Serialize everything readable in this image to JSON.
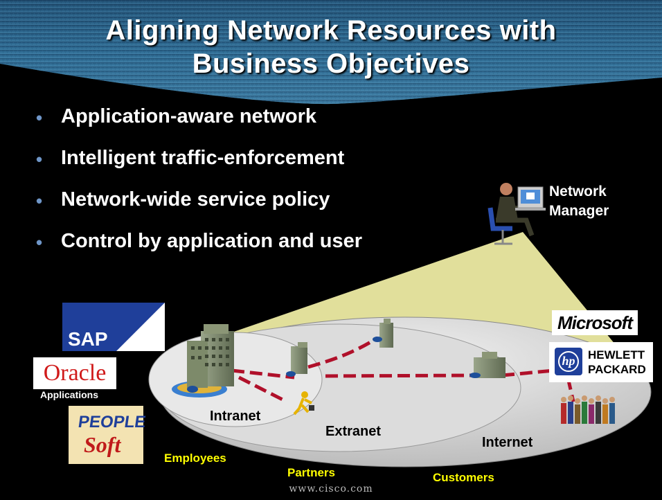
{
  "title": {
    "line1": "Aligning Network Resources with",
    "line2": "Business Objectives"
  },
  "bullets": [
    "Application-aware network",
    "Intelligent traffic-enforcement",
    "Network-wide service policy",
    "Control by application and user"
  ],
  "bullet_symbol": "•",
  "network_manager": {
    "line1": "Network",
    "line2": "Manager"
  },
  "zones": {
    "intranet": "Intranet",
    "extranet": "Extranet",
    "internet": "Internet"
  },
  "user_groups": {
    "employees": "Employees",
    "partners": "Partners",
    "customers": "Customers"
  },
  "logos": {
    "sap": "SAP",
    "oracle": "Oracle",
    "oracle_sub": "Applications",
    "peoplesoft_1": "PEOPLE",
    "peoplesoft_2": "Soft",
    "microsoft": "Microsoft",
    "hp_line1": "HEWLETT",
    "hp_line2": "PACKARD",
    "hp_mark": "hp"
  },
  "footer": "www.cisco.com",
  "colors": {
    "background": "#000000",
    "title_band": "#2f6d95",
    "bullet_dot": "#6f96c8",
    "label_yellow": "#ffff00",
    "spotlight": "#f4f2a8",
    "link_dash": "#b0102a",
    "disc": "#d9d9d9"
  }
}
